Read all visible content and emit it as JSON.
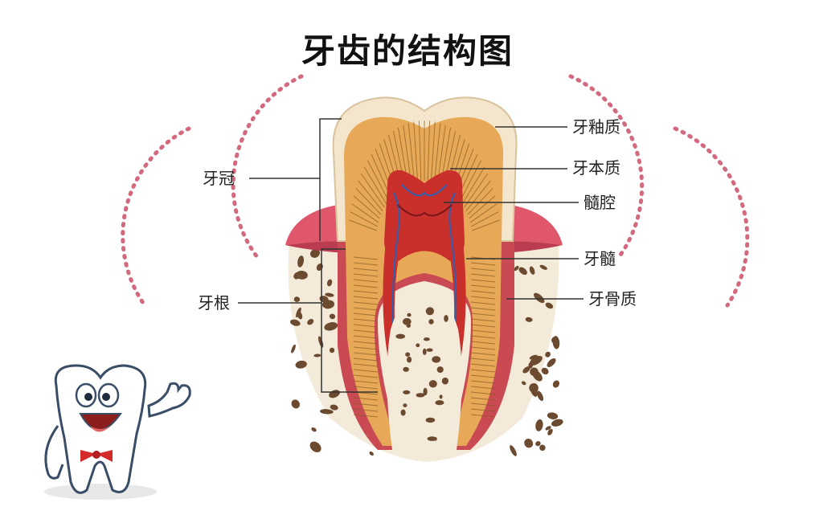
{
  "title": "牙齿的结构图",
  "labels": {
    "crown": "牙冠",
    "root": "牙根",
    "enamel": "牙釉质",
    "dentin": "牙本质",
    "pulp_cavity": "髓腔",
    "pulp": "牙髓",
    "cementum": "牙骨质"
  },
  "colors": {
    "dots": "#d2697d",
    "gum": "#e0566b",
    "enamel": "#f3e6cc",
    "dentin": "#e7a957",
    "pulp": "#c9302c",
    "bone": "#7a5a3a"
  },
  "icons": {
    "mascot": "tooth-mascot-icon"
  }
}
